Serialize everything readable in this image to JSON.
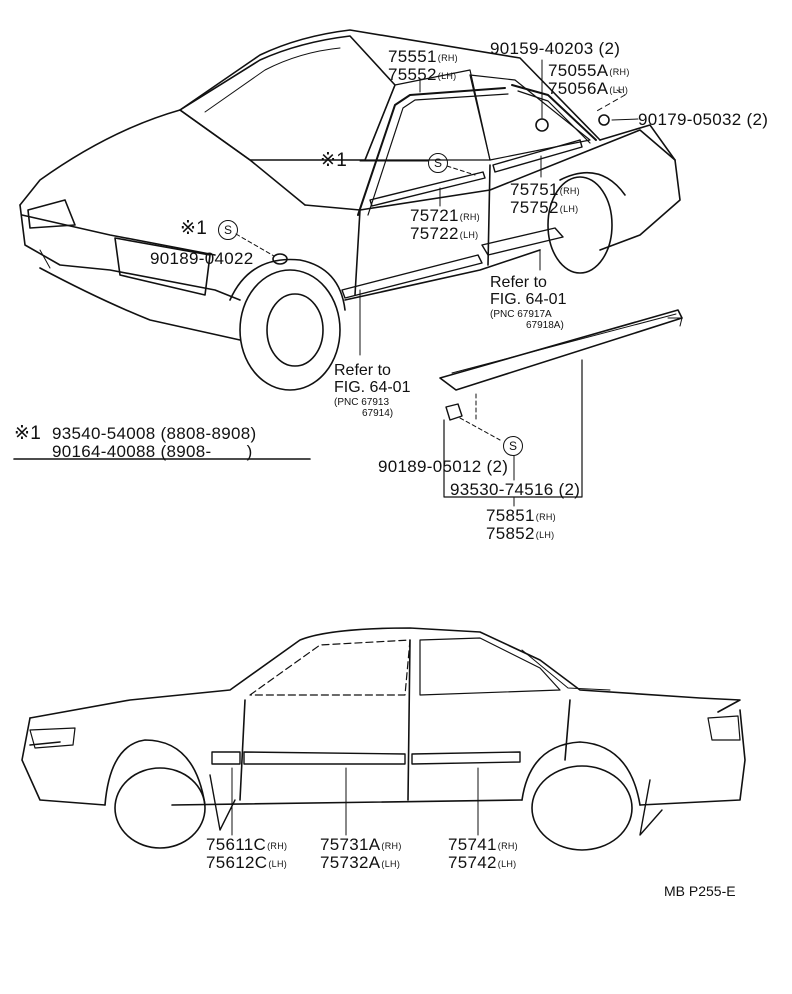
{
  "parts": {
    "p75551": {
      "num": "75551",
      "sfx": "(RH)"
    },
    "p75552": {
      "num": "75552",
      "sfx": "(LH)"
    },
    "p90159": {
      "num": "90159-40203 (2)"
    },
    "p75055": {
      "num": "75055A",
      "sfx": "(RH)"
    },
    "p75056": {
      "num": "75056A",
      "sfx": "(LH)"
    },
    "p90179": {
      "num": "90179-05032 (2)"
    },
    "p75751": {
      "num": "75751",
      "sfx": "(RH)"
    },
    "p75752": {
      "num": "75752",
      "sfx": "(LH)"
    },
    "p75721": {
      "num": "75721",
      "sfx": "(RH)"
    },
    "p75722": {
      "num": "75722",
      "sfx": "(LH)"
    },
    "p90189a": {
      "num": "90189-04022"
    },
    "p90189b": {
      "num": "90189-05012 (2)"
    },
    "p93530": {
      "num": "93530-74516 (2)"
    },
    "p75851": {
      "num": "75851",
      "sfx": "(RH)"
    },
    "p75852": {
      "num": "75852",
      "sfx": "(LH)"
    },
    "p75611": {
      "num": "75611C",
      "sfx": "(RH)"
    },
    "p75612": {
      "num": "75612C",
      "sfx": "(LH)"
    },
    "p75731": {
      "num": "75731A",
      "sfx": "(RH)"
    },
    "p75732": {
      "num": "75732A",
      "sfx": "(LH)"
    },
    "p75741": {
      "num": "75741",
      "sfx": "(RH)"
    },
    "p75742": {
      "num": "75742",
      "sfx": "(LH)"
    }
  },
  "markers": {
    "note": "※1",
    "screw": "S"
  },
  "refs": {
    "ref1": {
      "line1": "Refer to",
      "line2": "FIG. 64-01",
      "pnc1": "PNC 67917A",
      "pnc2": "67918A"
    },
    "ref2": {
      "line1": "Refer to",
      "line2": "FIG. 64-01",
      "pnc1": "PNC 67913",
      "pnc2": "67914"
    }
  },
  "note_block": {
    "marker": "※1",
    "line1": "93540-54008 (8808-8908)",
    "line2": "90164-40088 (8908-       )"
  },
  "footer": {
    "code": "MB P255-E"
  }
}
